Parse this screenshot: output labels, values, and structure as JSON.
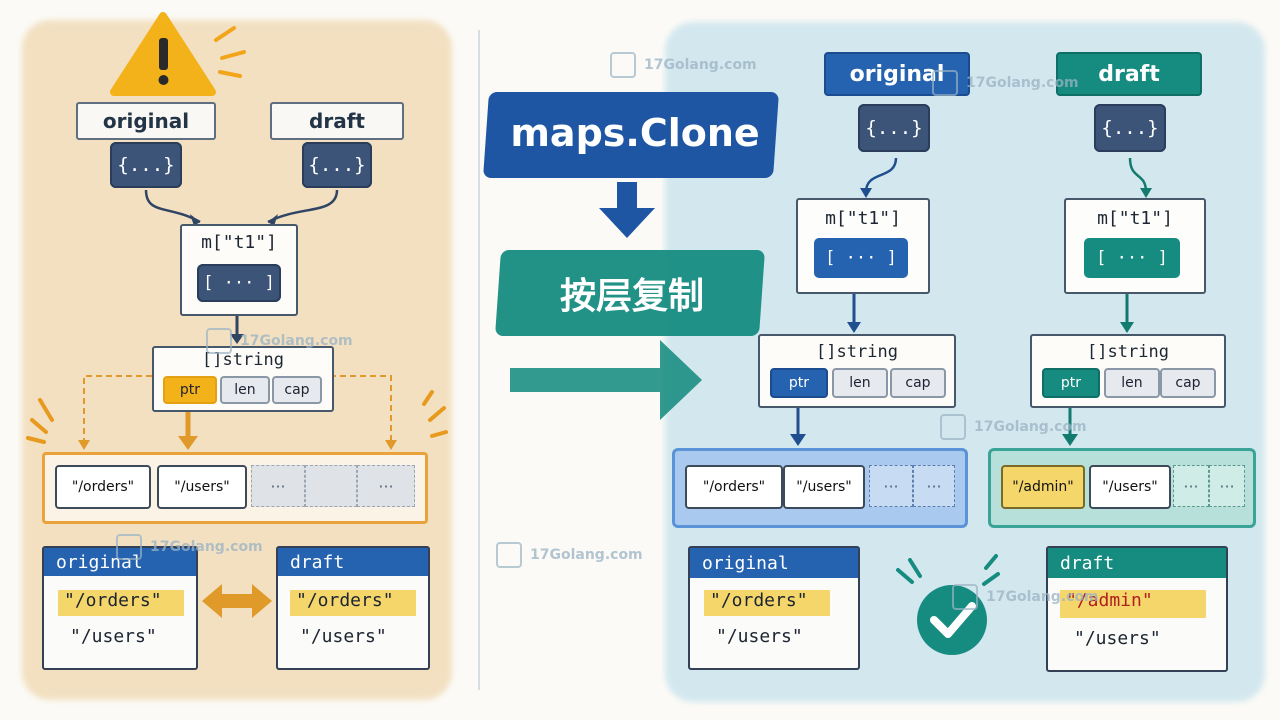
{
  "left": {
    "original_label": "original",
    "draft_label": "draft",
    "obj_text": "{...}",
    "map_title": "m[\"t1\"]",
    "map_inner": "[ ··· ]",
    "slice_title": "[]string",
    "ptr": "ptr",
    "len": "len",
    "cap": "cap",
    "strings": [
      "\"/orders\"",
      "\"/users\"",
      "···",
      "···"
    ],
    "result_original_title": "original",
    "result_original_items": [
      "\"/orders\"",
      "\"/users\""
    ],
    "result_draft_title": "draft",
    "result_draft_items": [
      "\"/orders\"",
      "\"/users\""
    ]
  },
  "middle": {
    "clone_title": "maps.Clone",
    "layer_title": "按层复制"
  },
  "right": {
    "original": {
      "label": "original",
      "obj_text": "{...}",
      "map_title": "m[\"t1\"]",
      "map_inner": "[ ··· ]",
      "slice_title": "[]string",
      "ptr": "ptr",
      "len": "len",
      "cap": "cap",
      "strings": [
        "\"/orders\"",
        "\"/users\"",
        "···",
        "···"
      ],
      "result_title": "original",
      "result_items": [
        "\"/orders\"",
        "\"/users\""
      ]
    },
    "draft": {
      "label": "draft",
      "obj_text": "{...}",
      "map_title": "m[\"t1\"]",
      "map_inner": "[ ··· ]",
      "slice_title": "[]string",
      "ptr": "ptr",
      "len": "len",
      "cap": "cap",
      "strings": [
        "\"/admin\"",
        "\"/users\"",
        "···",
        "···"
      ],
      "result_title": "draft",
      "result_items": [
        "\"/admin\"",
        "\"/users\""
      ]
    }
  },
  "watermark": "17Golang.com",
  "colors": {
    "warning": "#f3b21a",
    "navy": "#3b5478",
    "blue": "#2563b0",
    "teal": "#168c80",
    "highlight": "#f5d66b",
    "orange": "#e09a2a"
  },
  "icons": [
    "warning-icon",
    "double-arrow-icon",
    "down-arrow-icon",
    "right-arrow-icon",
    "check-icon"
  ]
}
